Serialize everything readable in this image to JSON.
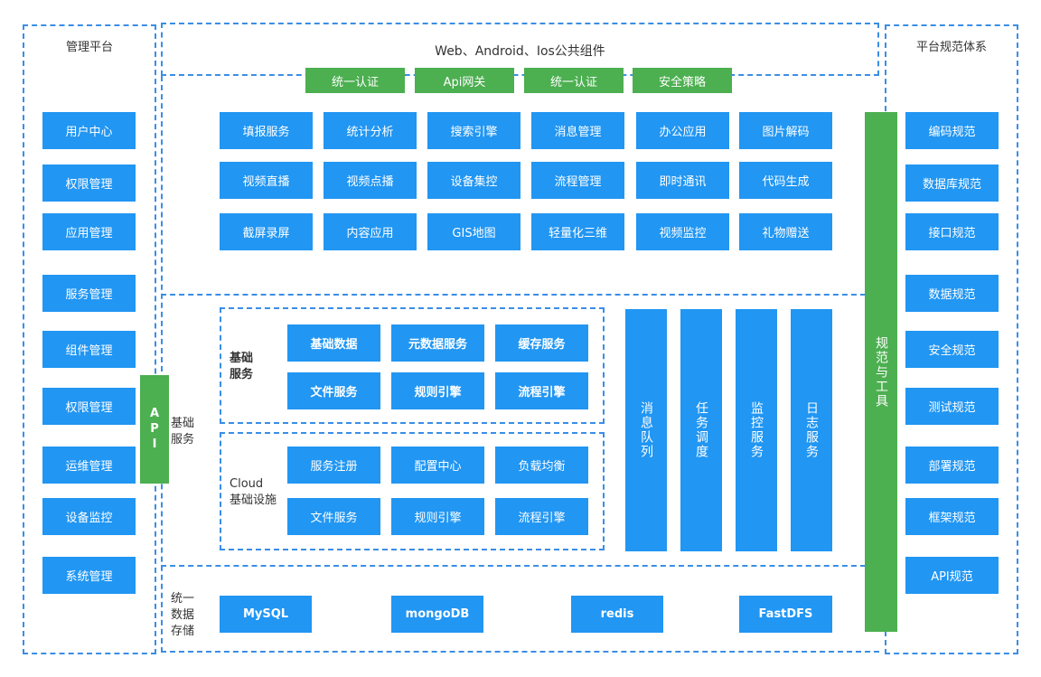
{
  "left_panel": {
    "title": "管理平台",
    "items": [
      "用户中心",
      "权限管理",
      "应用管理",
      "服务管理",
      "组件管理",
      "权限管理",
      "运维管理",
      "设备监控",
      "系统管理"
    ]
  },
  "right_panel": {
    "title": "平台规范体系",
    "items": [
      "编码规范",
      "数据库规范",
      "接口规范",
      "数据规范",
      "安全规范",
      "测试规范",
      "部署规范",
      "框架规范",
      "API规范"
    ]
  },
  "top": {
    "title": "Web、Android、Ios公共组件",
    "tabs": [
      "统一认证",
      "Api网关",
      "统一认证",
      "安全策略"
    ]
  },
  "apps": {
    "rows": [
      [
        "填报服务",
        "统计分析",
        "搜索引擎",
        "消息管理",
        "办公应用",
        "图片解码"
      ],
      [
        "视频直播",
        "视频点播",
        "设备集控",
        "流程管理",
        "即时通讯",
        "代码生成"
      ],
      [
        "截屏录屏",
        "内容应用",
        "GIS地图",
        "轻量化三维",
        "视频监控",
        "礼物赠送"
      ]
    ]
  },
  "api_bar": "API",
  "side_label": "基础\n服务",
  "base_services": {
    "label": "基础\n服务",
    "rows": [
      [
        "基础数据",
        "元数据服务",
        "缓存服务"
      ],
      [
        "文件服务",
        "规则引擎",
        "流程引擎"
      ]
    ]
  },
  "cloud": {
    "label": "Cloud\n基础设施",
    "rows": [
      [
        "服务注册",
        "配置中心",
        "负载均衡"
      ],
      [
        "文件服务",
        "规则引擎",
        "流程引擎"
      ]
    ]
  },
  "columns": [
    "消息队列",
    "任务调度",
    "监控服务",
    "日志服务"
  ],
  "tools_bar": "规范与工具",
  "storage": {
    "label": "统一\n数据\n存储",
    "items": [
      "MySQL",
      "mongoDB",
      "redis",
      "FastDFS"
    ]
  }
}
